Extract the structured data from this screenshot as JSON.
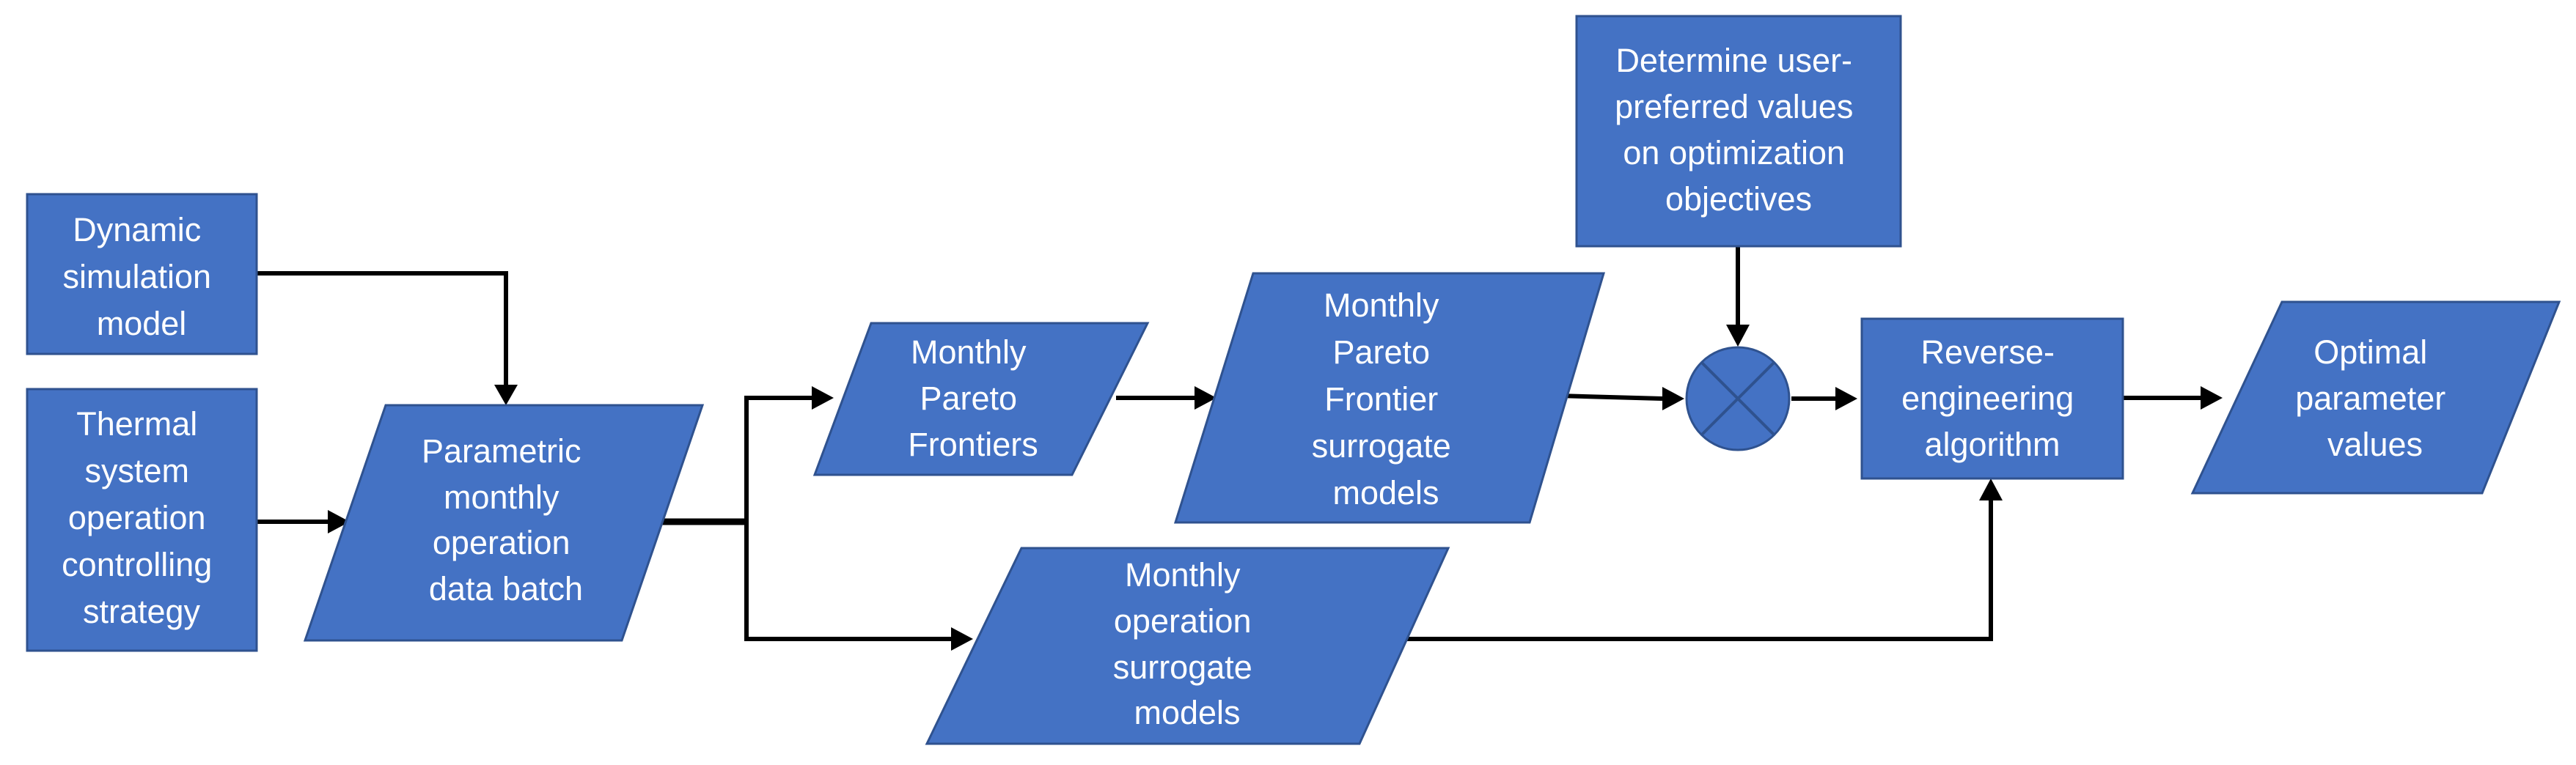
{
  "diagram": {
    "nodes": {
      "dynamic_sim": {
        "lines": [
          "Dynamic",
          "simulation",
          "model"
        ]
      },
      "thermal_strategy": {
        "lines": [
          "Thermal",
          "system",
          "operation",
          "controlling",
          "strategy"
        ]
      },
      "param_batch": {
        "lines": [
          "Parametric",
          "monthly",
          "operation",
          "data batch"
        ]
      },
      "pareto_frontiers": {
        "lines": [
          "Monthly",
          "Pareto",
          "Frontiers"
        ]
      },
      "pareto_surrogate": {
        "lines": [
          "Monthly",
          "Pareto",
          "Frontier",
          "surrogate",
          "models"
        ]
      },
      "user_pref": {
        "lines": [
          "Determine user-",
          "preferred values",
          "on optimization",
          "objectives"
        ]
      },
      "reverse_eng": {
        "lines": [
          "Reverse-",
          "engineering",
          "algorithm"
        ]
      },
      "optimal_params": {
        "lines": [
          "Optimal",
          "parameter",
          "values"
        ]
      },
      "operation_surrogate": {
        "lines": [
          "Monthly",
          "operation",
          "surrogate",
          "models"
        ]
      }
    },
    "colors": {
      "node_fill": "#4472C4",
      "node_border": "#2F528F",
      "text": "#FFFFFF",
      "connector": "#000000"
    }
  }
}
